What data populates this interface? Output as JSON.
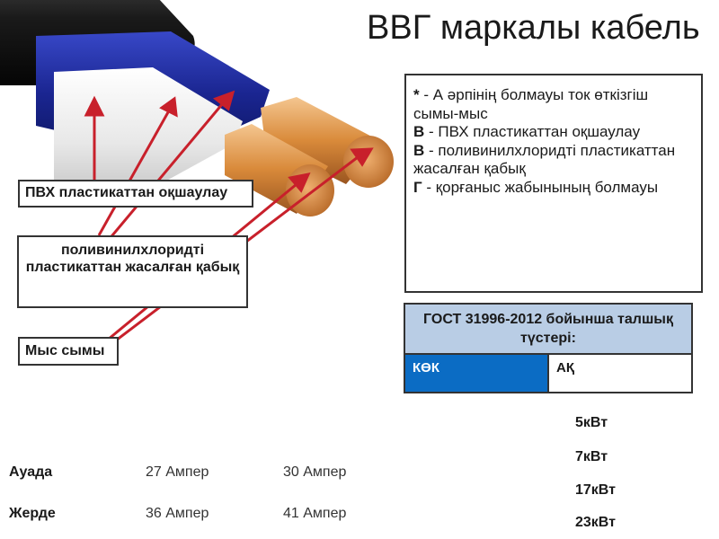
{
  "title": "ВВГ маркалы кабель",
  "callouts": {
    "pvc_insulation": "ПВХ пластикаттан оқшаулау",
    "pvc_sheath": "поливинилхлоридті пластикаттан жасалған қабық",
    "copper_wire": "Мыс сымы"
  },
  "legend": [
    {
      "key": "*",
      "text": " - А әрпінің болмауы ток өткізгіш сымы-мыс"
    },
    {
      "key": "В",
      "text": " - ПВХ пластикаттан оқшаулау"
    },
    {
      "key": "В",
      "text": " - поливинилхлоридті пластикаттан жасалған қабық"
    },
    {
      "key": "Г",
      "text": " - қорғаныс жабынының болмауы"
    }
  ],
  "gost": {
    "header": "ГОСТ 31996-2012 бойынша талшық түстері:",
    "col1": "КӨК",
    "col2": "АҚ",
    "col1_color": "#0b6cc4",
    "col2_color": "#ffffff"
  },
  "power": [
    "5кВт",
    "7кВт",
    "17кВт",
    "23кВт"
  ],
  "current": [
    {
      "label": "Ауада",
      "v1": "27 Ампер",
      "v2": "30 Ампер"
    },
    {
      "label": "Жерде",
      "v1": "36 Ампер",
      "v2": "41 Ампер"
    }
  ],
  "colors": {
    "arrow": "#c8202b",
    "copper": "#d98a3a",
    "blue_insulation": "#1f2a9e"
  }
}
